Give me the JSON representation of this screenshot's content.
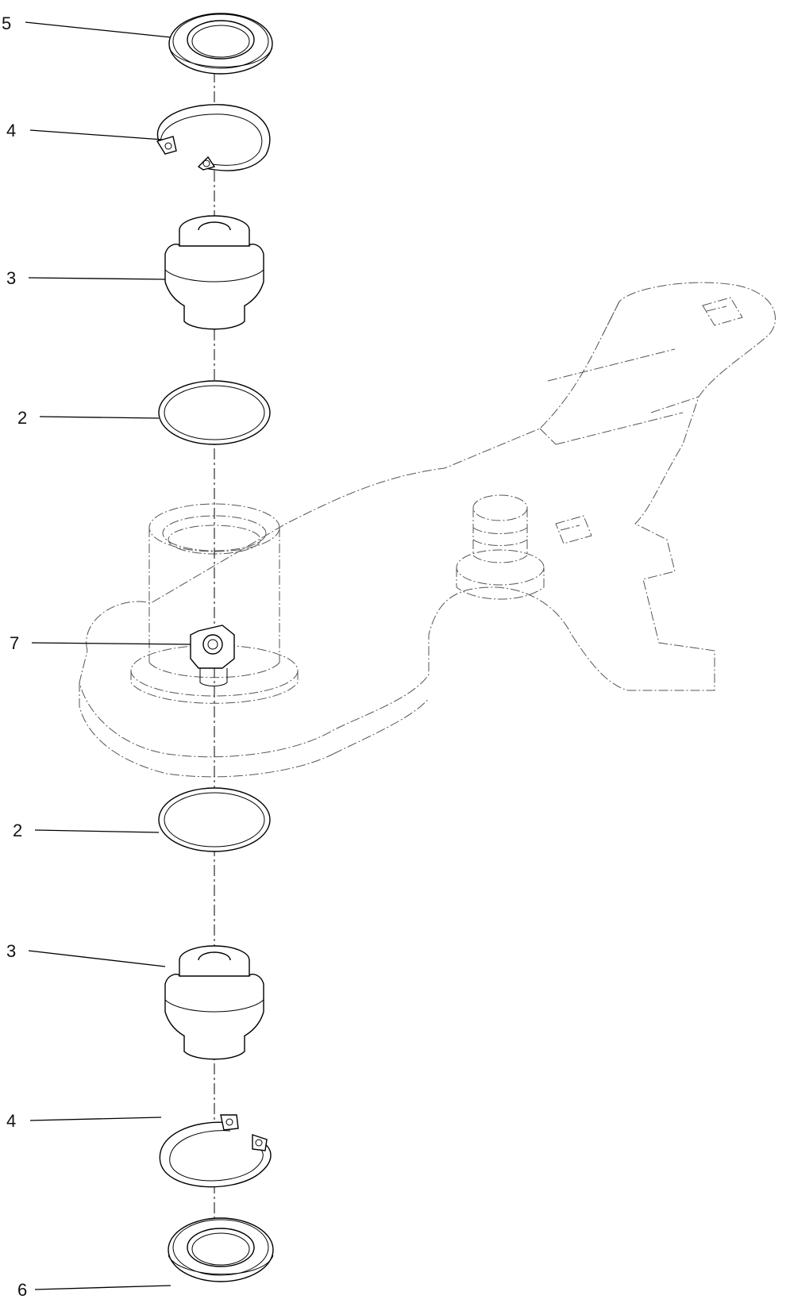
{
  "colors": {
    "line": "#000000",
    "ghost_line": "#555555",
    "background": "#ffffff"
  },
  "callouts": [
    {
      "id": "seal-top",
      "number": "5"
    },
    {
      "id": "retaining-ring-top",
      "number": "4"
    },
    {
      "id": "bushing-top",
      "number": "3"
    },
    {
      "id": "o-ring-top",
      "number": "2"
    },
    {
      "id": "grease-fitting",
      "number": "7"
    },
    {
      "id": "o-ring-bottom",
      "number": "2"
    },
    {
      "id": "bushing-bottom",
      "number": "3"
    },
    {
      "id": "retaining-ring-bottom",
      "number": "4"
    },
    {
      "id": "seal-bottom",
      "number": "6"
    }
  ]
}
